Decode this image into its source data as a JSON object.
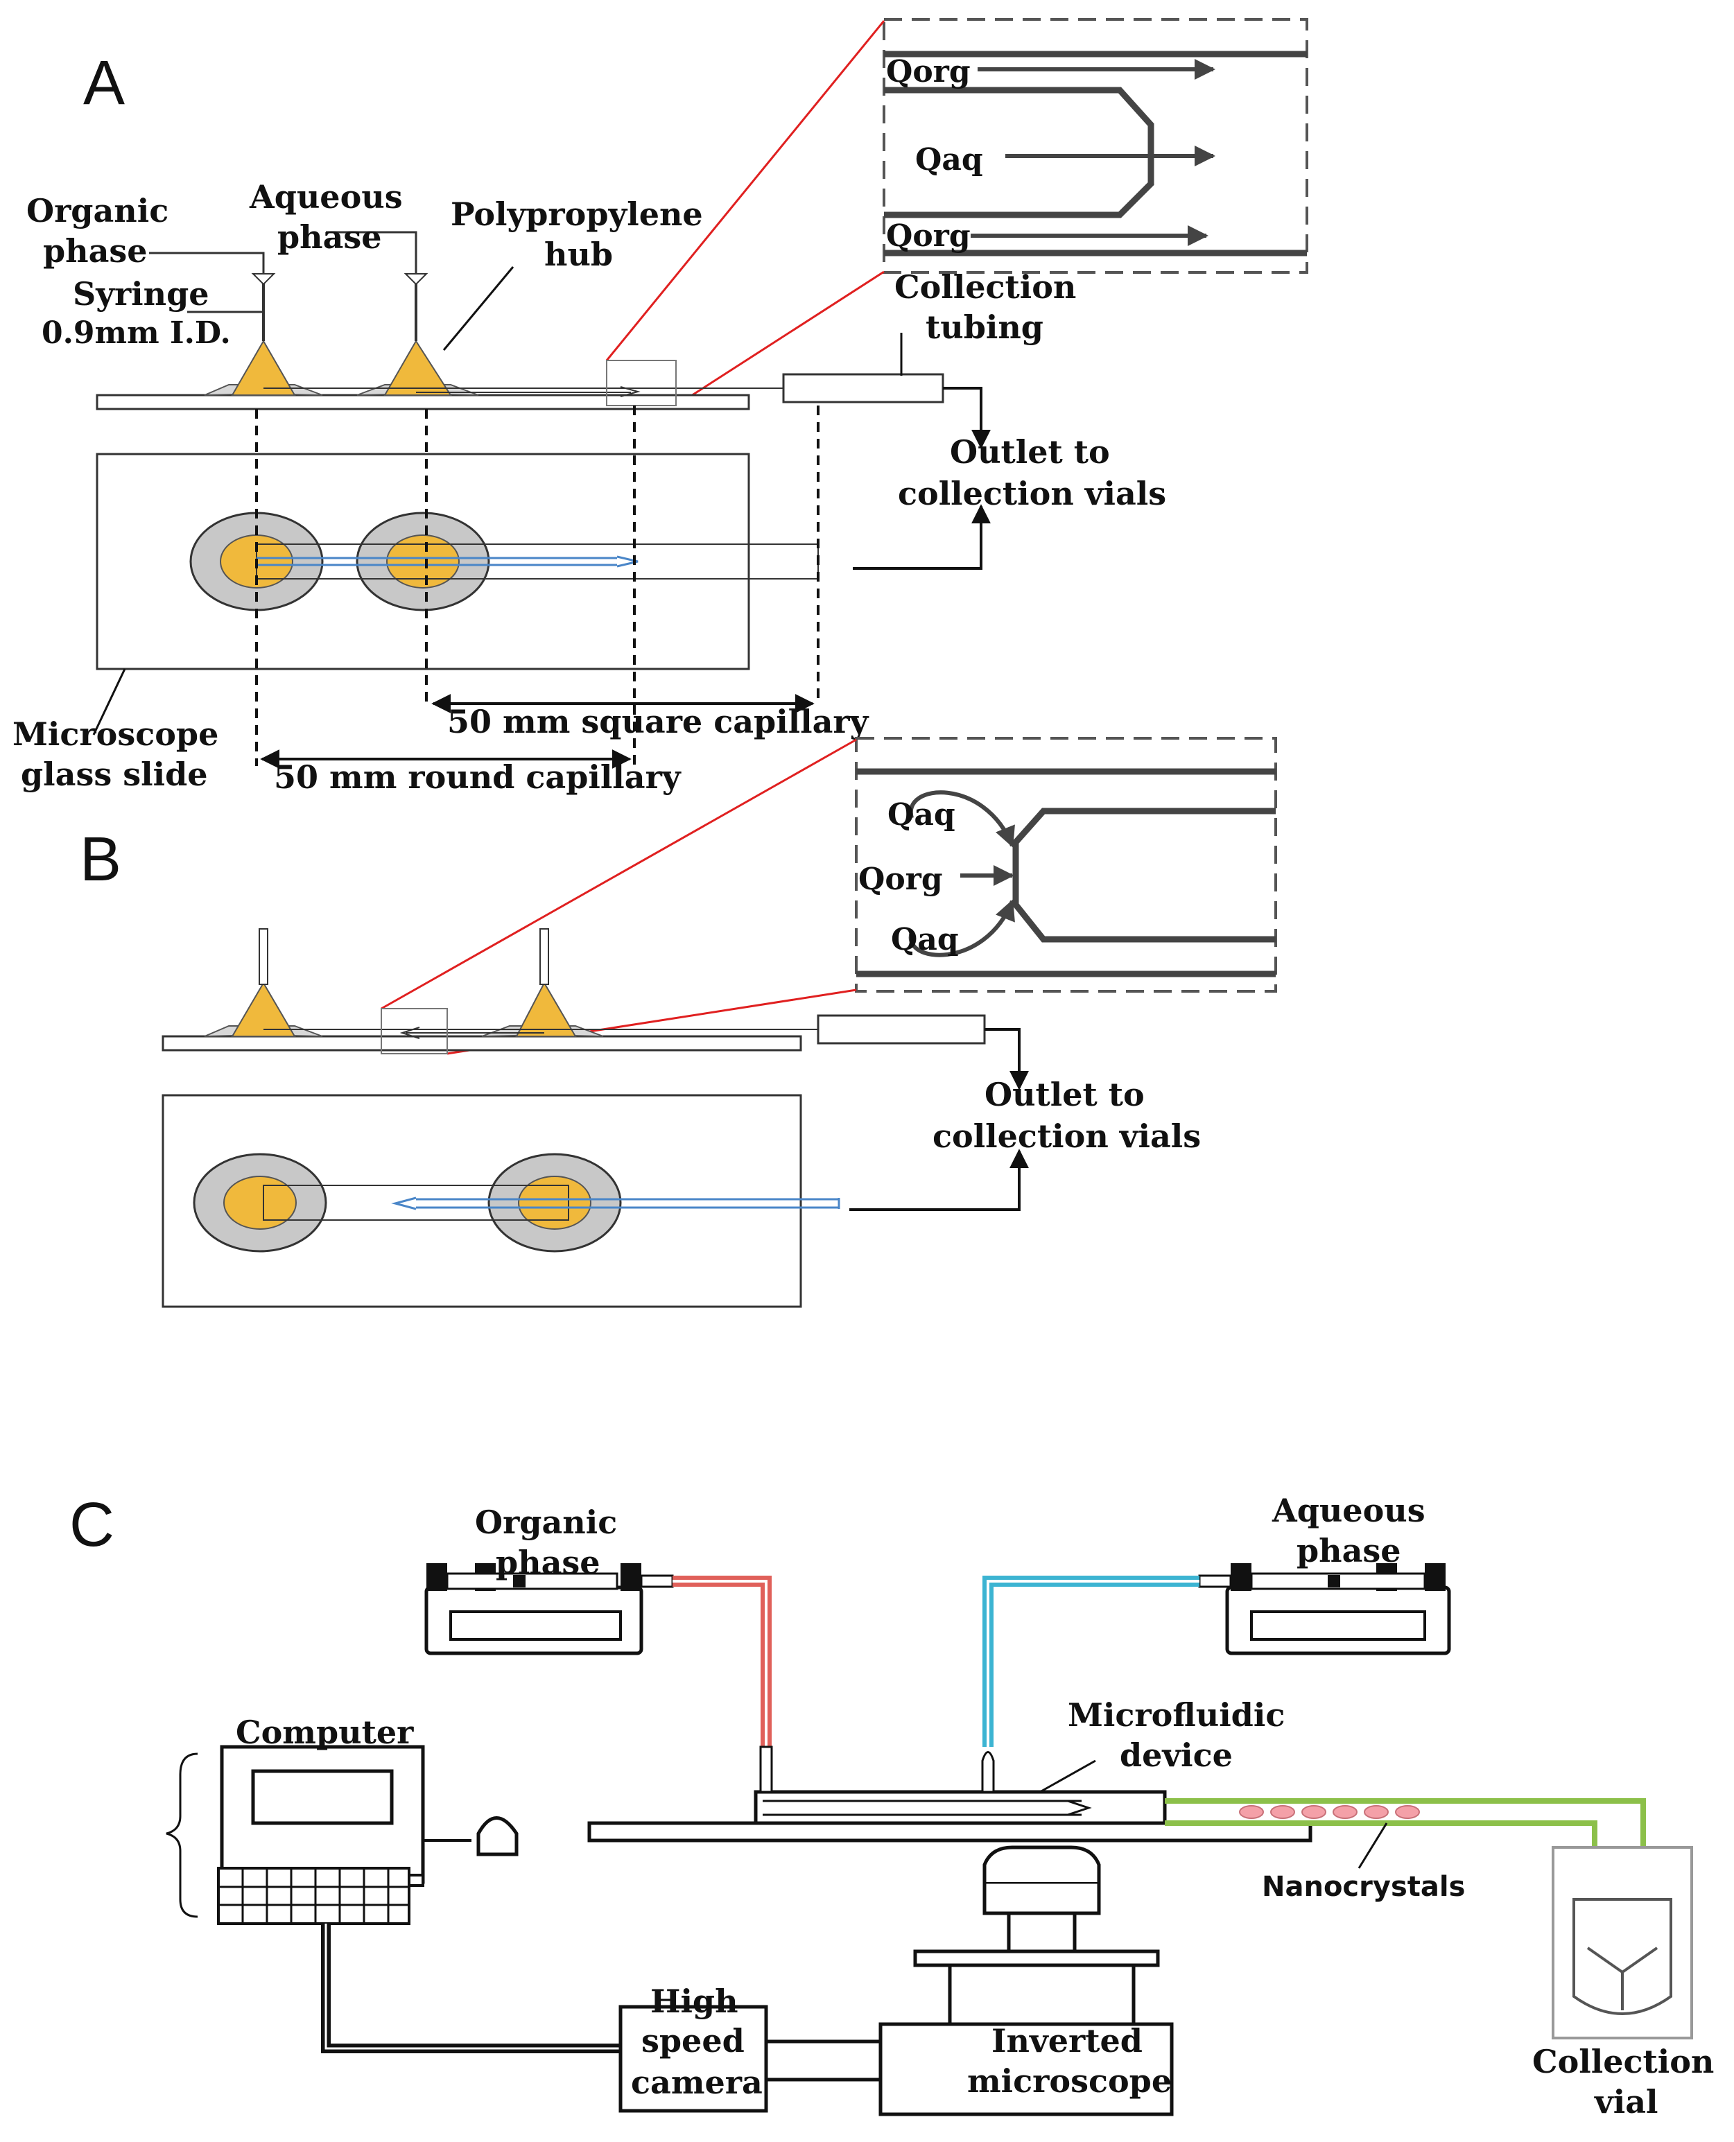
{
  "colors": {
    "hub_fill": "#f0b93c",
    "hub_ring": "#c8c8c8",
    "zoom_lines": "#e02020",
    "capillary_blue": "#4a86c8",
    "organic_tube": "#e0605a",
    "aqueous_tube": "#3cb4d2",
    "outlet_tube": "#8cc04a",
    "nanocrystal": "#f4a0a8"
  },
  "panels": {
    "a": "A",
    "b": "B",
    "c": "C"
  },
  "panel_a": {
    "organic_phase_line1": "Organic",
    "organic_phase_line2": "phase",
    "aqueous_phase_line1": "Aqueous",
    "aqueous_phase_line2": "phase",
    "polypropylene_line1": "Polypropylene",
    "polypropylene_line2": "hub",
    "syringe_line1": "Syringe",
    "syringe_line2": "0.9mm I.D.",
    "collection_tubing_line1": "Collection",
    "collection_tubing_line2": "tubing",
    "outlet_line1": "Outlet to",
    "outlet_line2": "collection vials",
    "microscope_line1": "Microscope",
    "microscope_line2": "glass slide",
    "square_capillary": "50 mm square capillary",
    "round_capillary": "50 mm round capillary",
    "inset_qorg_top": "Qorg",
    "inset_qaq": "Qaq",
    "inset_qorg_bottom": "Qorg"
  },
  "panel_b": {
    "outlet_line1": "Outlet to",
    "outlet_line2": "collection vials",
    "inset_qaq_top": "Qaq",
    "inset_qorg": "Qorg",
    "inset_qaq_bottom": "Qaq"
  },
  "panel_c": {
    "organic_phase_line1": "Organic",
    "organic_phase_line2": "phase",
    "aqueous_phase_line1": "Aqueous",
    "aqueous_phase_line2": "phase",
    "computer": "Computer",
    "microfluidic_line1": "Microfluidic",
    "microfluidic_line2": "device",
    "nanocrystals": "Nanocrystals",
    "camera_line1": "High",
    "camera_line2": "speed",
    "camera_line3": "camera",
    "microscope_line1": "Inverted",
    "microscope_line2": "microscope",
    "vial_line1": "Collection",
    "vial_line2": "vial"
  }
}
